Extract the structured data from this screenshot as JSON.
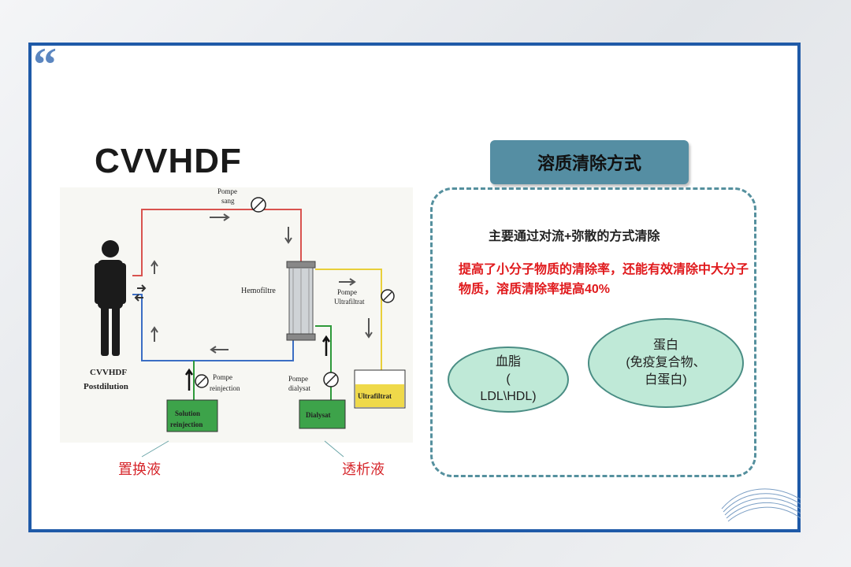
{
  "quote_mark": "“",
  "title": "CVVHDF",
  "diagram": {
    "labels": {
      "pompe_sang_1": "Pompe",
      "pompe_sang_2": "sang",
      "hemofiltre": "Hemofiltre",
      "pompe_uf_1": "Pompe",
      "pompe_uf_2": "Ultrafiltrat",
      "patient_1": "CVVHDF",
      "patient_2": "Postdilution",
      "pompe_rei_1": "Pompe",
      "pompe_rei_2": "reinjection",
      "pompe_dia_1": "Pompe",
      "pompe_dia_2": "dialysat",
      "solution_1": "Solution",
      "solution_2": "reinjection",
      "dialysat": "Dialysat",
      "ultrafiltrat": "Ultrafiltrat"
    },
    "colors": {
      "blood_in": "#d9534f",
      "blood_out": "#3b6ec4",
      "dialysate": "#2e9a3a",
      "ultrafiltrate": "#e8cf3a",
      "bag_green": "#3da34a",
      "bag_yellow": "#efd94a"
    }
  },
  "captions": {
    "solution": "置换液",
    "dialysate": "透析液"
  },
  "panel": {
    "header": "溶质清除方式",
    "main_text": "主要通过对流+弥散的方式清除",
    "highlight": "提高了小分子物质的清除率，还能有效清除中大分子物质，溶质清除率提高40%",
    "ellipse_lipid": [
      "血脂",
      "(",
      "LDL\\HDL)"
    ],
    "ellipse_protein": [
      "蛋白",
      "(免疫复合物、",
      "白蛋白)"
    ]
  }
}
